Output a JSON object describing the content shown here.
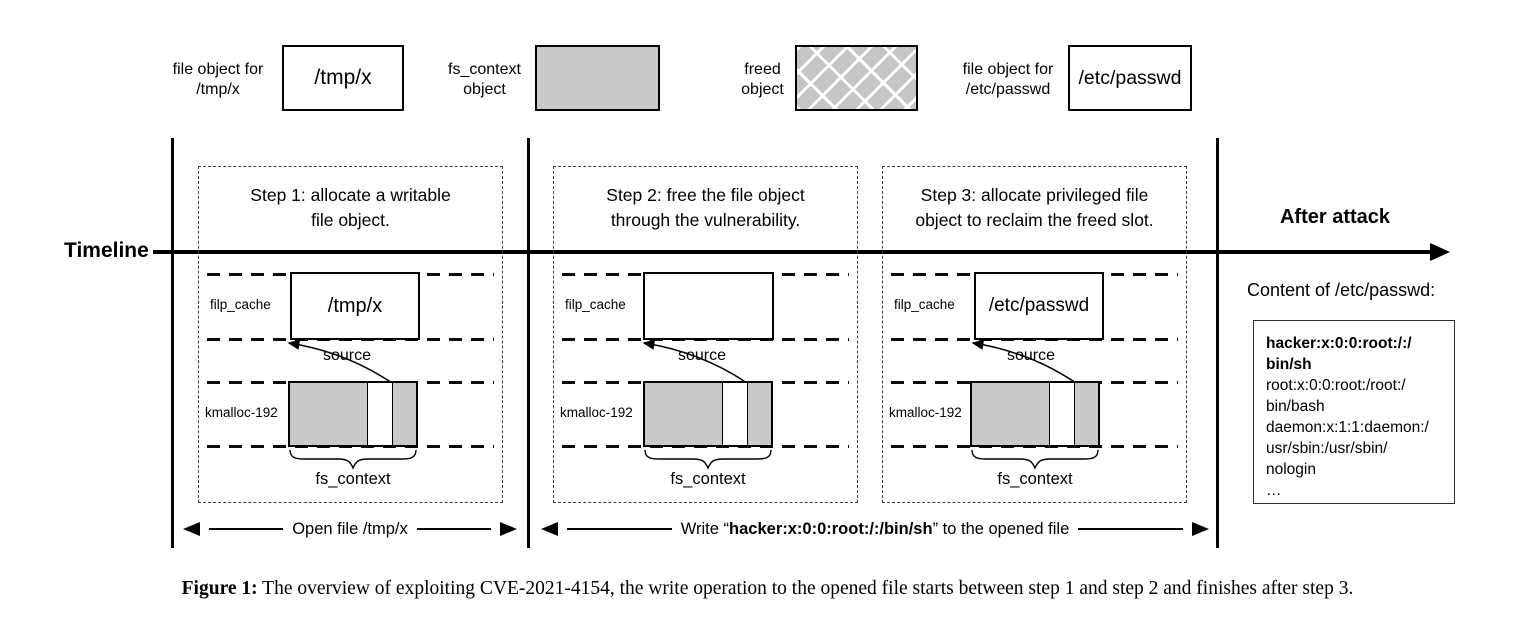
{
  "legend": {
    "items": [
      {
        "label_line1": "file object for",
        "label_line2": "/tmp/x",
        "box_text": "/tmp/x"
      },
      {
        "label_line1": "fs_context",
        "label_line2": "object",
        "box_text": ""
      },
      {
        "label_line1": "freed",
        "label_line2": "object",
        "box_text": ""
      },
      {
        "label_line1": "file object for",
        "label_line2": "/etc/passwd",
        "box_text": "/etc/passwd"
      }
    ]
  },
  "timeline": {
    "label": "Timeline"
  },
  "steps": [
    {
      "title_line1": "Step 1: allocate a writable",
      "title_line2": "file object.",
      "cache_label": "filp_cache",
      "file_box_text": "/tmp/x",
      "source_label": "source",
      "slab_label": "kmalloc-192",
      "brace_label": "fs_context"
    },
    {
      "title_line1": "Step 2: free the file object",
      "title_line2": "through the vulnerability.",
      "cache_label": "filp_cache",
      "file_box_text": "",
      "source_label": "source",
      "slab_label": "kmalloc-192",
      "brace_label": "fs_context"
    },
    {
      "title_line1": "Step 3: allocate privileged file",
      "title_line2": "object to reclaim the freed slot.",
      "cache_label": "filp_cache",
      "file_box_text": "/etc/passwd",
      "source_label": "source",
      "slab_label": "kmalloc-192",
      "brace_label": "fs_context"
    }
  ],
  "bottom_arrows": {
    "open_text": "Open file /tmp/x",
    "write_prefix": "Write “",
    "write_bold": "hacker:x:0:0:root:/:/bin/sh",
    "write_suffix": "” to the opened file"
  },
  "after_attack": {
    "title": "After attack",
    "content_heading": "Content of /etc/passwd:",
    "lines": [
      {
        "text": "hacker:x:0:0:root:/:/"
      },
      {
        "text": "bin/sh"
      },
      {
        "text": "root:x:0:0:root:/root:/"
      },
      {
        "text": "bin/bash"
      },
      {
        "text": "daemon:x:1:1:daemon:/"
      },
      {
        "text": "usr/sbin:/usr/sbin/"
      },
      {
        "text": "nologin"
      },
      {
        "text": "…"
      }
    ]
  },
  "caption": {
    "label": "Figure 1:",
    "text": " The overview of exploiting CVE-2021-4154, the write operation to the opened file starts between step 1 and step 2 and finishes after step 3."
  },
  "colors": {
    "object_gray": "#c9c9c9",
    "stroke": "#000000"
  }
}
